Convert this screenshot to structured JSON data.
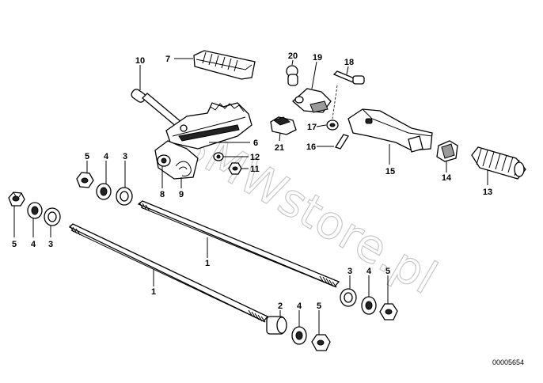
{
  "diagram": {
    "watermark": "BMWstore.pl",
    "reference_number": "00005654",
    "labels": {
      "p1a": "1",
      "p1b": "1",
      "p2": "2",
      "p3a": "3",
      "p3b": "3",
      "p3c": "3",
      "p4a": "4",
      "p4b": "4",
      "p4c": "4",
      "p4d": "4",
      "p5a": "5",
      "p5b": "5",
      "p5c": "5",
      "p5d": "5",
      "p6": "6",
      "p7": "7",
      "p8": "8",
      "p9": "9",
      "p10": "10",
      "p11": "11",
      "p12": "12",
      "p13": "13",
      "p14": "14",
      "p15": "15",
      "p16": "16",
      "p17": "17",
      "p18": "18",
      "p19": "19",
      "p20": "20",
      "p21": "21"
    }
  }
}
